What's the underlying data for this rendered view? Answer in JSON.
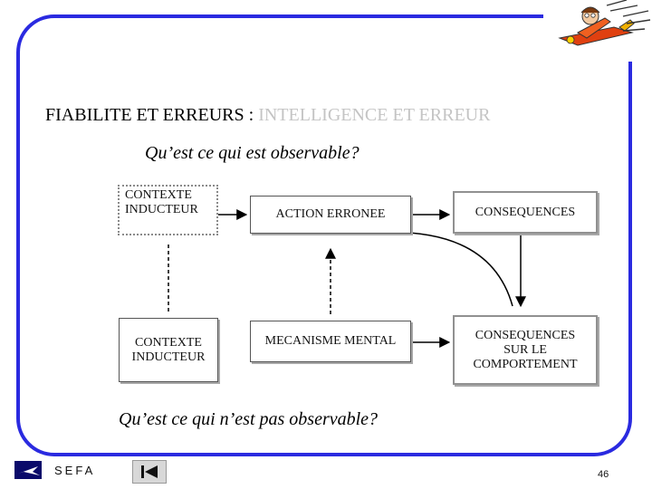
{
  "slide": {
    "title_part1": "FIABILITE ET ERREURS : ",
    "title_part2": "INTELLIGENCE ET ERREUR",
    "observable_question": "Qu’est ce qui est observable?",
    "not_observable_question": "Qu’est ce qui n’est pas observable?"
  },
  "diagram": {
    "top_row": {
      "context": [
        "CONTEXTE",
        "INDUCTEUR"
      ],
      "action": "ACTION ERRONEE",
      "consequences": "CONSEQUENCES"
    },
    "bottom_row": {
      "context": [
        "CONTEXTE",
        "INDUCTEUR"
      ],
      "mechanism": "MECANISME MENTAL",
      "consequences": [
        "CONSEQUENCES",
        "SUR LE",
        "COMPORTEMENT"
      ]
    }
  },
  "footer": {
    "org": "SEFA",
    "page": "46"
  },
  "colors": {
    "frame": "#2a2ae0",
    "title_accent": "#c4c4c4"
  },
  "icons": {
    "mascot": "aviator-plane-icon",
    "logo": "sefa-logo-icon",
    "nav": "first-page-icon"
  }
}
